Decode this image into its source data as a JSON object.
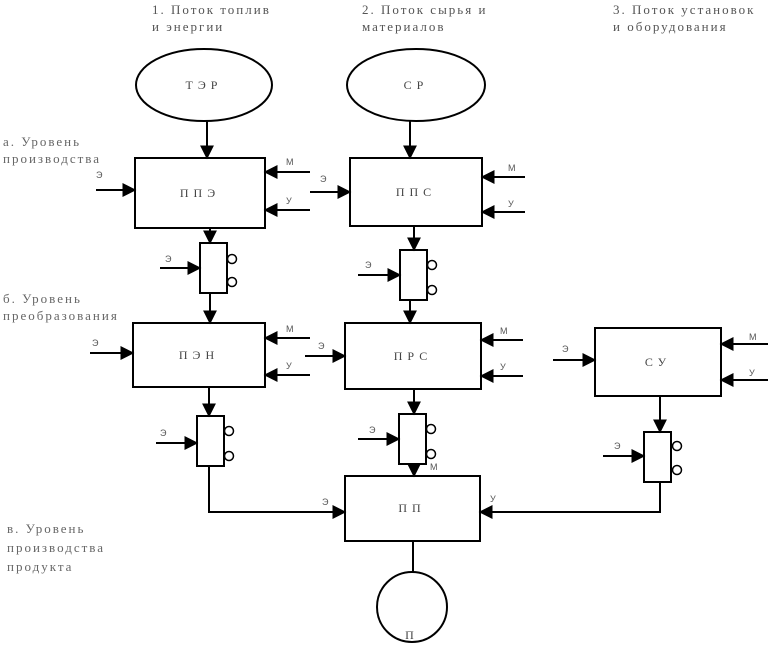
{
  "flows": {
    "fuel": {
      "line1": "1. Поток топлив",
      "line2": "и энергии"
    },
    "raw": {
      "line1": "2. Поток сырья и",
      "line2": "материалов"
    },
    "equip": {
      "line1": "3. Поток установок",
      "line2": "и оборудования"
    }
  },
  "levels": {
    "a": {
      "line1": "а. Уровень",
      "line2": "производства"
    },
    "b": {
      "line1": "б. Уровень",
      "line2": "преобразования"
    },
    "c": {
      "line1": "в. Уровень",
      "line2": "производства",
      "line3": "продукта"
    }
  },
  "nodes": {
    "ter": "ТЭР",
    "sr": "СР",
    "ppe": "ППЭ",
    "pps": "ППС",
    "pen": "ПЭН",
    "prs": "ПРС",
    "su": "СУ",
    "pp": "ПП",
    "p": "П"
  },
  "io": {
    "e": "Э",
    "m": "М",
    "u": "У"
  }
}
